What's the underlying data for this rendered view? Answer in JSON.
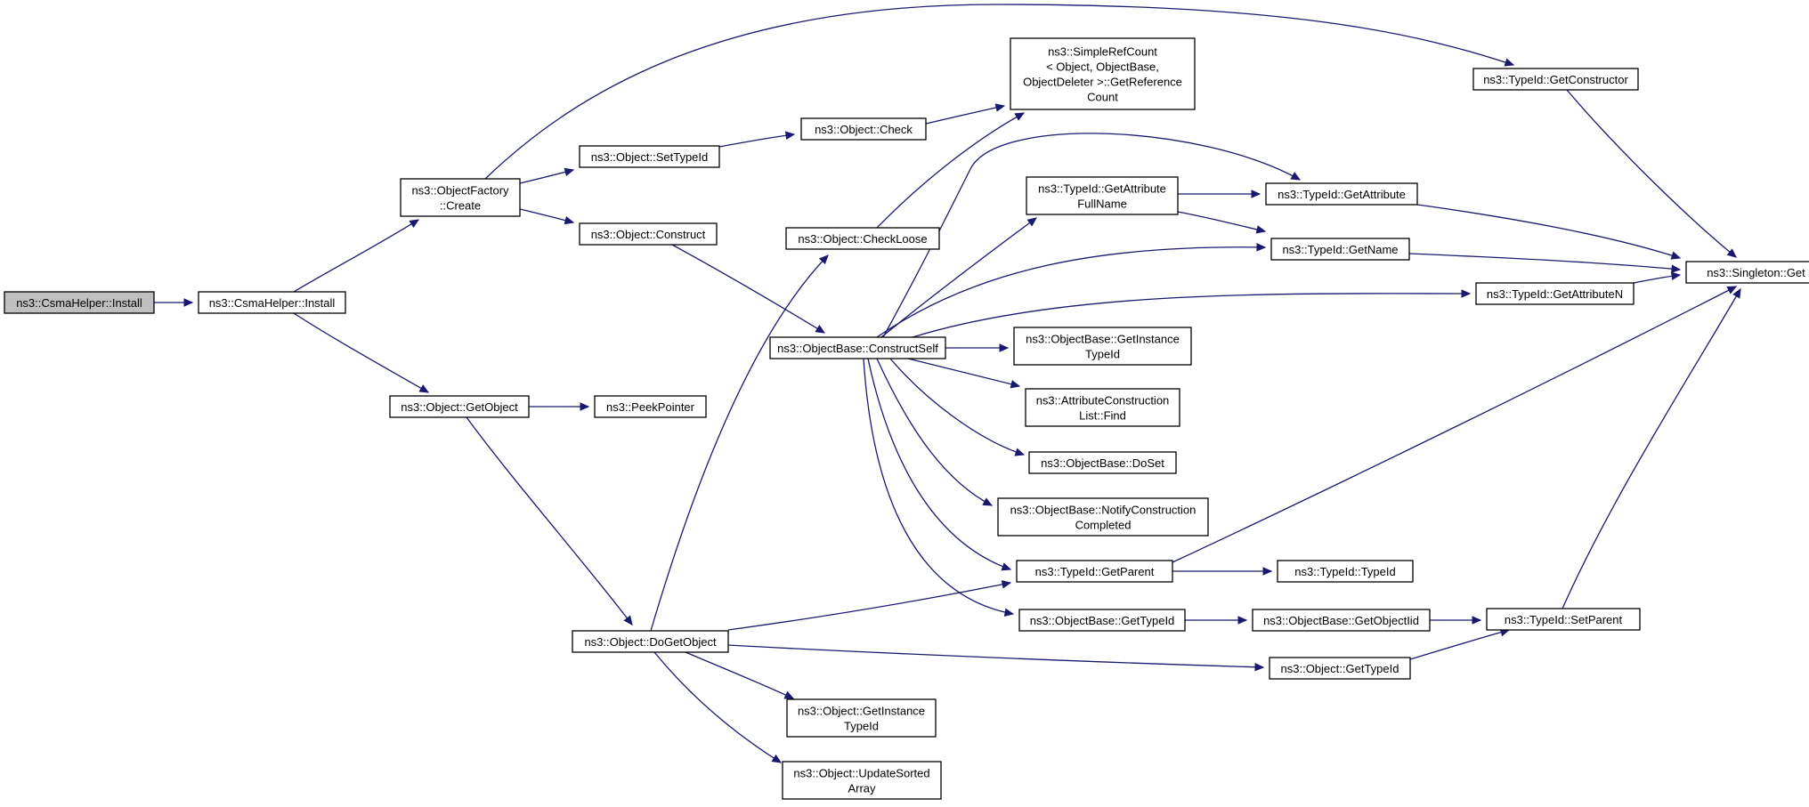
{
  "nodes": {
    "root_install": [
      "ns3::CsmaHelper::Install"
    ],
    "install": [
      "ns3::CsmaHelper::Install"
    ],
    "factory_create": [
      "ns3::ObjectFactory",
      "::Create"
    ],
    "get_object": [
      "ns3::Object::GetObject"
    ],
    "get_constructor": [
      "ns3::TypeId::GetConstructor"
    ],
    "set_type_id": [
      "ns3::Object::SetTypeId"
    ],
    "construct": [
      "ns3::Object::Construct"
    ],
    "peek_pointer": [
      "ns3::PeekPointer"
    ],
    "do_get_object": [
      "ns3::Object::DoGetObject"
    ],
    "check": [
      "ns3::Object::Check"
    ],
    "check_loose": [
      "ns3::Object::CheckLoose"
    ],
    "construct_self": [
      "ns3::ObjectBase::ConstructSelf"
    ],
    "get_reference_count": [
      "ns3::SimpleRefCount",
      "< Object, ObjectBase,",
      "ObjectDeleter >::GetReference",
      "Count"
    ],
    "get_attribute_full_name": [
      "ns3::TypeId::GetAttribute",
      "FullName"
    ],
    "get_attribute": [
      "ns3::TypeId::GetAttribute"
    ],
    "get_name": [
      "ns3::TypeId::GetName"
    ],
    "get_attribute_n": [
      "ns3::TypeId::GetAttributeN"
    ],
    "singleton_get": [
      "ns3::Singleton::Get"
    ],
    "get_instance_type_id_base": [
      "ns3::ObjectBase::GetInstance",
      "TypeId"
    ],
    "attr_construction_find": [
      "ns3::AttributeConstruction",
      "List::Find"
    ],
    "do_set": [
      "ns3::ObjectBase::DoSet"
    ],
    "notify_construction_completed": [
      "ns3::ObjectBase::NotifyConstruction",
      "Completed"
    ],
    "get_parent": [
      "ns3::TypeId::GetParent"
    ],
    "type_id_ctor": [
      "ns3::TypeId::TypeId"
    ],
    "base_get_type_id": [
      "ns3::ObjectBase::GetTypeId"
    ],
    "get_object_iid": [
      "ns3::ObjectBase::GetObjectIid"
    ],
    "set_parent": [
      "ns3::TypeId::SetParent"
    ],
    "object_get_type_id": [
      "ns3::Object::GetTypeId"
    ],
    "object_get_instance_type_id": [
      "ns3::Object::GetInstance",
      "TypeId"
    ],
    "update_sorted_array": [
      "ns3::Object::UpdateSorted",
      "Array"
    ]
  },
  "edges": [
    [
      "root_install",
      "install"
    ],
    [
      "install",
      "factory_create"
    ],
    [
      "install",
      "get_object"
    ],
    [
      "factory_create",
      "get_constructor"
    ],
    [
      "factory_create",
      "set_type_id"
    ],
    [
      "factory_create",
      "construct"
    ],
    [
      "get_object",
      "peek_pointer"
    ],
    [
      "get_object",
      "do_get_object"
    ],
    [
      "set_type_id",
      "check"
    ],
    [
      "check",
      "get_reference_count"
    ],
    [
      "construct",
      "construct_self"
    ],
    [
      "check_loose",
      "get_reference_count"
    ],
    [
      "construct_self",
      "get_attribute_full_name"
    ],
    [
      "construct_self",
      "get_attribute"
    ],
    [
      "construct_self",
      "get_name"
    ],
    [
      "construct_self",
      "get_attribute_n"
    ],
    [
      "construct_self",
      "get_instance_type_id_base"
    ],
    [
      "construct_self",
      "attr_construction_find"
    ],
    [
      "construct_self",
      "do_set"
    ],
    [
      "construct_self",
      "notify_construction_completed"
    ],
    [
      "construct_self",
      "get_parent"
    ],
    [
      "construct_self",
      "base_get_type_id"
    ],
    [
      "get_attribute_full_name",
      "get_attribute"
    ],
    [
      "get_attribute_full_name",
      "get_name"
    ],
    [
      "get_constructor",
      "singleton_get"
    ],
    [
      "get_attribute",
      "singleton_get"
    ],
    [
      "get_name",
      "singleton_get"
    ],
    [
      "get_attribute_n",
      "singleton_get"
    ],
    [
      "get_parent",
      "singleton_get"
    ],
    [
      "get_parent",
      "type_id_ctor"
    ],
    [
      "base_get_type_id",
      "get_object_iid"
    ],
    [
      "get_object_iid",
      "set_parent"
    ],
    [
      "set_parent",
      "singleton_get"
    ],
    [
      "do_get_object",
      "check_loose"
    ],
    [
      "do_get_object",
      "get_parent"
    ],
    [
      "do_get_object",
      "object_get_type_id"
    ],
    [
      "do_get_object",
      "object_get_instance_type_id"
    ],
    [
      "do_get_object",
      "update_sorted_array"
    ],
    [
      "object_get_type_id",
      "set_parent"
    ]
  ]
}
